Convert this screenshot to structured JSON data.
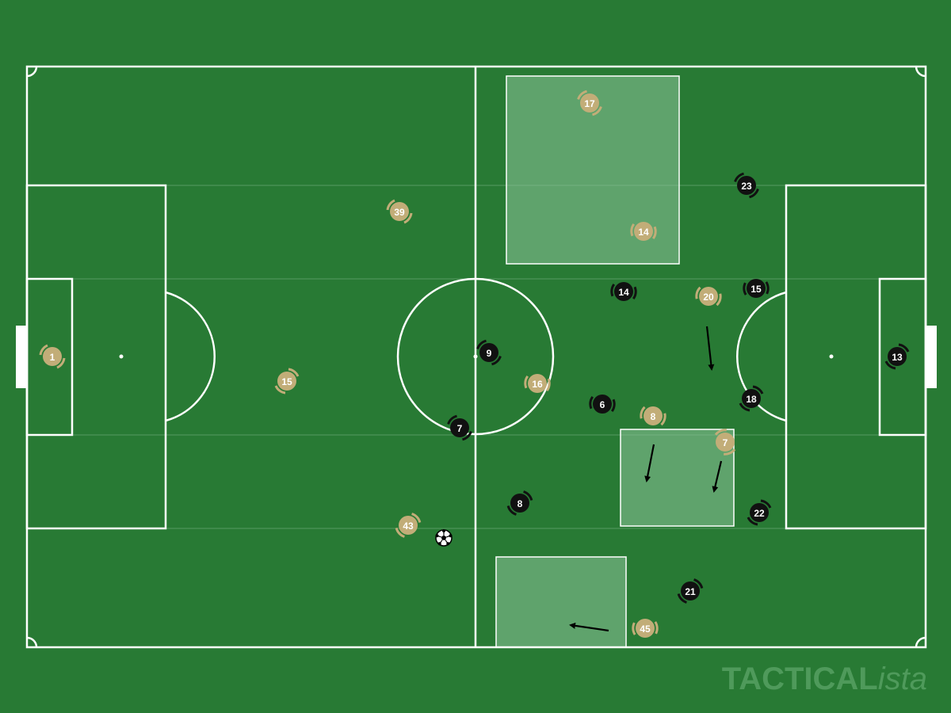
{
  "colors": {
    "grass": "#287a34",
    "lines": "#ffffff",
    "team_a": "#c2ad78",
    "team_b": "#111111",
    "zone": "#8cc59a",
    "arrow": "#000000",
    "watermark": "#4f9a5b"
  },
  "team_a": [
    {
      "number": "1"
    },
    {
      "number": "15"
    },
    {
      "number": "39"
    },
    {
      "number": "43"
    },
    {
      "number": "16"
    },
    {
      "number": "17"
    },
    {
      "number": "14"
    },
    {
      "number": "20"
    },
    {
      "number": "8"
    },
    {
      "number": "7"
    },
    {
      "number": "45"
    }
  ],
  "team_b": [
    {
      "number": "9"
    },
    {
      "number": "7"
    },
    {
      "number": "8"
    },
    {
      "number": "14"
    },
    {
      "number": "6"
    },
    {
      "number": "23"
    },
    {
      "number": "15"
    },
    {
      "number": "18"
    },
    {
      "number": "13"
    },
    {
      "number": "22"
    },
    {
      "number": "21"
    }
  ],
  "ball": {
    "icon": "football-icon"
  },
  "watermark": {
    "part1": "TACTICAL",
    "part2": "ista"
  }
}
